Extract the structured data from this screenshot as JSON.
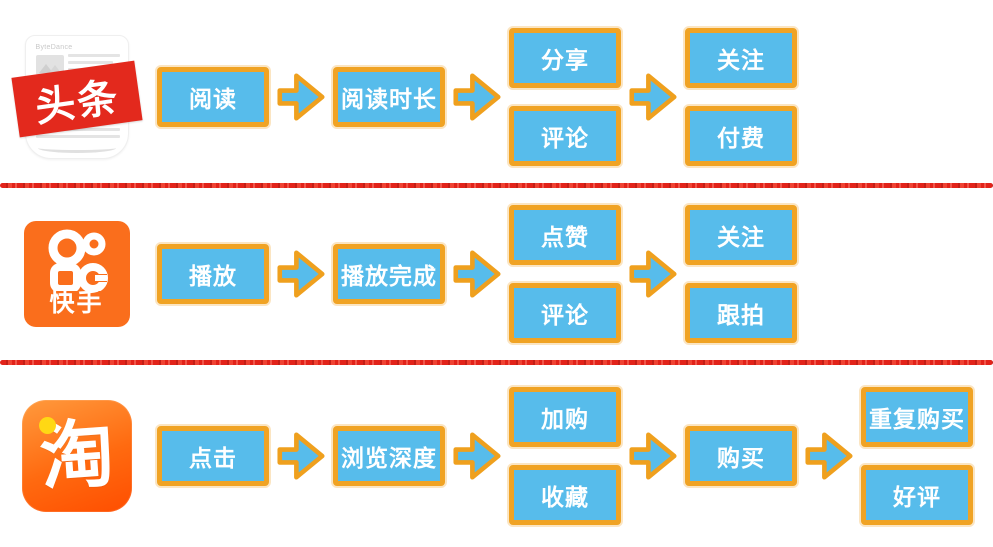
{
  "colors": {
    "box_fill": "#57BCEB",
    "box_border": "#F0A324",
    "arrow_fill": "#57BCEB",
    "arrow_border": "#EFA01E",
    "divider_red": "#E2231A",
    "toutiao_red": "#E3291D",
    "kuaishou_orange": "#FA6E1C",
    "taobao_grad_start": "#FF9A3D",
    "taobao_grad_end": "#FF4E00",
    "taobao_dot_yellow": "#FFD814",
    "label_white": "#FFFFFF"
  },
  "rows": [
    {
      "app": "toutiao",
      "logo_text": "头条",
      "logo_subtext": "ByteDance",
      "stages": [
        {
          "type": "single",
          "label": "阅读"
        },
        {
          "type": "single",
          "label": "阅读时长"
        },
        {
          "type": "pair",
          "labels": [
            "分享",
            "评论"
          ]
        },
        {
          "type": "pair",
          "labels": [
            "关注",
            "付费"
          ]
        }
      ]
    },
    {
      "app": "kuaishou",
      "logo_text": "快手",
      "stages": [
        {
          "type": "single",
          "label": "播放"
        },
        {
          "type": "single",
          "label": "播放完成"
        },
        {
          "type": "pair",
          "labels": [
            "点赞",
            "评论"
          ]
        },
        {
          "type": "pair",
          "labels": [
            "关注",
            "跟拍"
          ]
        }
      ]
    },
    {
      "app": "taobao",
      "logo_text": "淘",
      "stages": [
        {
          "type": "single",
          "label": "点击"
        },
        {
          "type": "single",
          "label": "浏览深度"
        },
        {
          "type": "pair",
          "labels": [
            "加购",
            "收藏"
          ]
        },
        {
          "type": "single",
          "label": "购买"
        },
        {
          "type": "pair",
          "labels": [
            "重复购买",
            "好评"
          ]
        }
      ]
    }
  ]
}
